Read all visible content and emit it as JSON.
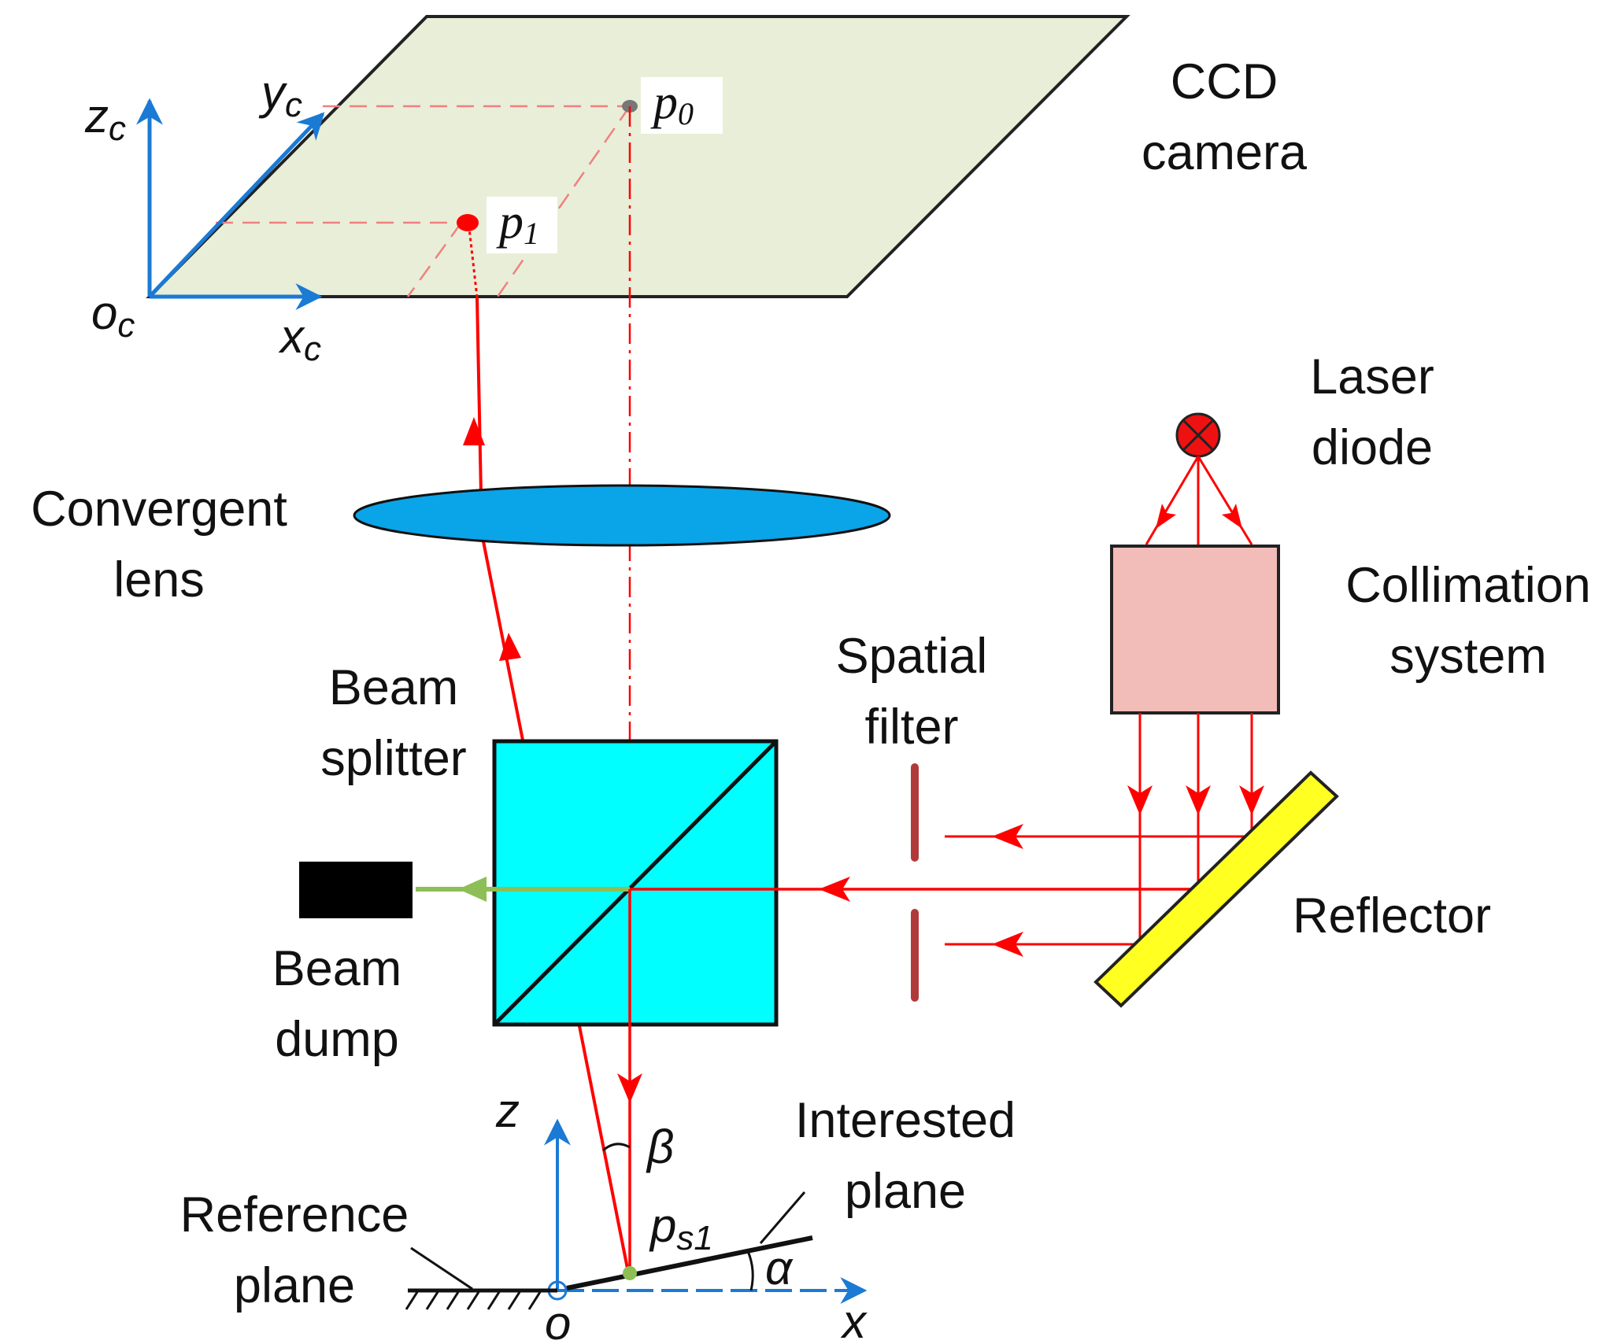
{
  "labels": {
    "ccd_camera": [
      "CCD",
      "camera"
    ],
    "laser_diode": [
      "Laser",
      "diode"
    ],
    "collimation_system": [
      "Collimation",
      "system"
    ],
    "convergent_lens": [
      "Convergent",
      "lens"
    ],
    "spatial_filter": [
      "Spatial",
      "filter"
    ],
    "beam_splitter": [
      "Beam",
      "splitter"
    ],
    "beam_dump": [
      "Beam",
      "dump"
    ],
    "reflector": "Reflector",
    "interested_plane": [
      "Interested",
      "plane"
    ],
    "reference_plane": [
      "Reference",
      "plane"
    ]
  },
  "axes_camera": {
    "z": "z",
    "y": "y",
    "x": "x",
    "o": "o",
    "sub": "c"
  },
  "axes_world": {
    "z": "z",
    "x": "x",
    "o": "o"
  },
  "points": {
    "p0": {
      "base": "p",
      "sub": "0"
    },
    "p1": {
      "base": "p",
      "sub": "1"
    },
    "ps1": {
      "base": "p",
      "sub": "s1"
    }
  },
  "angles": {
    "beta": "β",
    "alpha": "α"
  },
  "colors": {
    "ccd_plane": "#e9eed8",
    "lens": "#0aa4e8",
    "beam_splitter": "#00ffff",
    "collimation": "#f2bcb8",
    "reflector": "#ffff22",
    "laser_red": "#ff0000",
    "axis_blue": "#1a7ad4",
    "dump_beam": "#8dbf56",
    "filter": "#b03a3a"
  }
}
